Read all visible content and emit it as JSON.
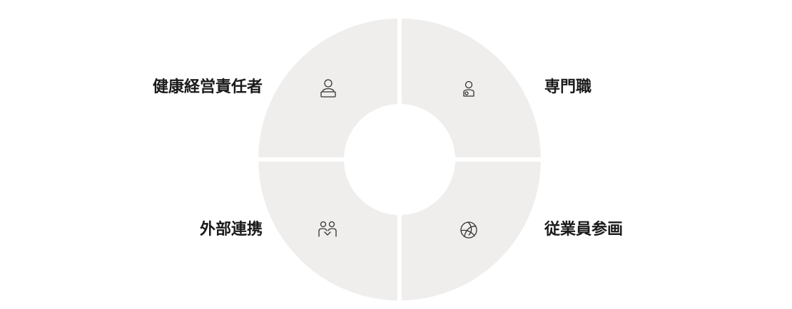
{
  "diagram": {
    "quadrants": [
      {
        "position": "top-left",
        "label": "健康経営責任者",
        "icon": "person-at-desk-icon"
      },
      {
        "position": "top-right",
        "label": "専門職",
        "icon": "medical-professional-icon"
      },
      {
        "position": "bottom-left",
        "label": "外部連携",
        "icon": "handshake-partners-icon"
      },
      {
        "position": "bottom-right",
        "label": "従業員参画",
        "icon": "volleyball-icon"
      }
    ],
    "colors": {
      "segment_fill": "#f0eeed",
      "icon_stroke": "#333333",
      "label_text": "#1a1a1a",
      "background": "#ffffff"
    }
  }
}
